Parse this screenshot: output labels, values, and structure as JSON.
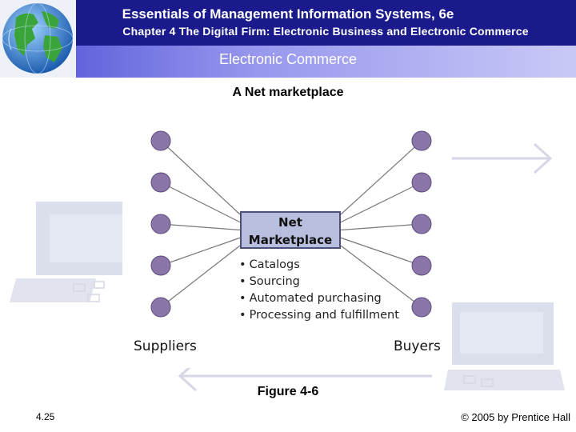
{
  "header": {
    "title": "Essentials of Management Information Systems, 6e",
    "chapter": "Chapter 4 The Digital Firm: Electronic Business and Electronic Commerce",
    "section": "Electronic Commerce"
  },
  "diagram": {
    "title": "A Net marketplace",
    "center_line1": "Net",
    "center_line2": "Marketplace",
    "features": [
      "Catalogs",
      "Sourcing",
      "Automated purchasing",
      "Processing and fulfillment"
    ],
    "left_label": "Suppliers",
    "right_label": "Buyers",
    "suppliers_count": 5,
    "buyers_count": 5,
    "node_color": "#8a76a8",
    "box_color": "#b7bede"
  },
  "footer": {
    "caption": "Figure 4-6",
    "page": "4.25",
    "copyright": "© 2005 by Prentice Hall"
  },
  "colors": {
    "header_bg": "#1a1a8c",
    "subheader_bg": "#6b6be0"
  }
}
